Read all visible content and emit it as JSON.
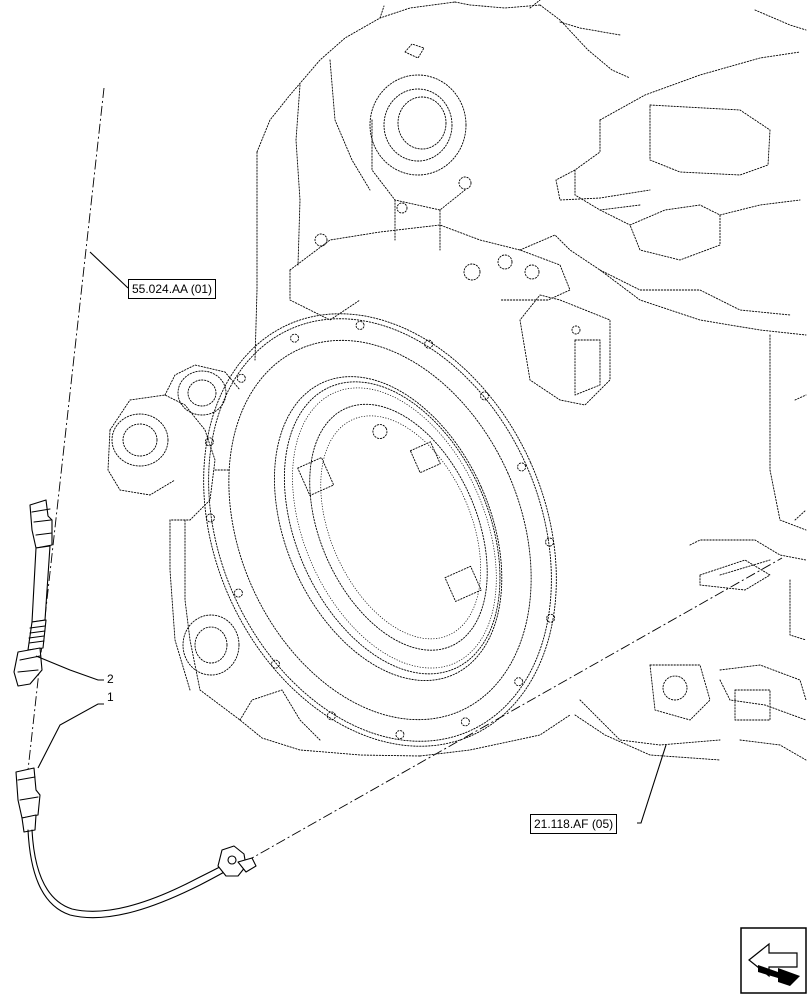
{
  "references": {
    "top": "55.024.AA (01)",
    "bottom": "21.118.AF (05)"
  },
  "callouts": [
    "2",
    "1"
  ],
  "nav_icon": "next-page-arrow-icon"
}
